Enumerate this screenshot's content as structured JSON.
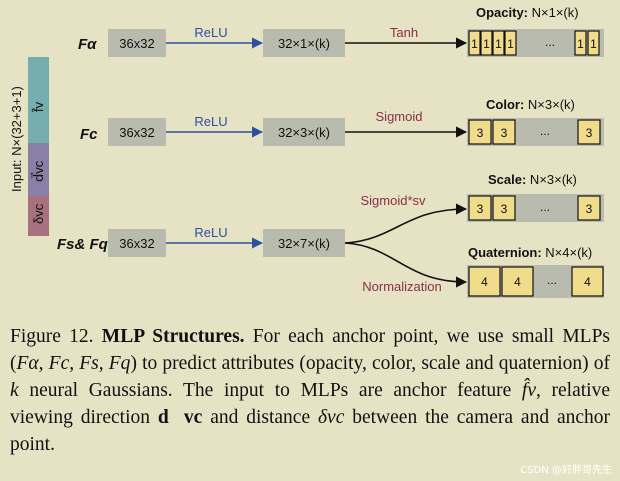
{
  "input_bar": {
    "label": "Input: N×(32+3+1)",
    "segments": [
      "f̂v",
      "d⃗vc",
      "δvc"
    ],
    "colors": [
      "#76aeb0",
      "#8a7fa6",
      "#a8717f"
    ]
  },
  "rows": [
    {
      "label": "Fα",
      "first_box": "36x32",
      "activation_in": "ReLU",
      "second_box": "32×1×(k)"
    },
    {
      "label": "Fc",
      "first_box": "36x32",
      "activation_in": "ReLU",
      "second_box": "32×3×(k)"
    },
    {
      "label": "Fs& Fq",
      "first_box": "36x32",
      "activation_in": "ReLU",
      "second_box": "32×7×(k)"
    }
  ],
  "outputs": [
    {
      "title_bold": "Opacity:",
      "title_rest": " N×1×(k)",
      "activation": "Tanh",
      "cells_left": [
        "1",
        "1",
        "1",
        "1"
      ],
      "ellipsis": "...",
      "cells_right": [
        "1",
        "1"
      ]
    },
    {
      "title_bold": "Color:",
      "title_rest": " N×3×(k)",
      "activation": "Sigmoid",
      "cells_left": [
        "3",
        "3"
      ],
      "ellipsis": "...",
      "cells_right": [
        "3"
      ]
    },
    {
      "title_bold": "Scale:",
      "title_rest": " N×3×(k)",
      "activation": "Sigmoid*sv",
      "cells_left": [
        "3",
        "3"
      ],
      "ellipsis": "...",
      "cells_right": [
        "3"
      ]
    },
    {
      "title_bold": "Quaternion:",
      "title_rest": " N×4×(k)",
      "activation": "Normalization",
      "cells_left": [
        "4",
        "4"
      ],
      "ellipsis": "...",
      "cells_right": [
        "4"
      ]
    }
  ],
  "caption": {
    "figure": "Figure 12.",
    "title": "MLP Structures.",
    "text1": "For each anchor point, we use small MLPs (",
    "mlps": "Fα, Fc, Fs, Fq",
    "text2": ") to predict attributes (opacity, color, scale and quaternion) of",
    "k": "k",
    "text3": "neural Gaussians. The input to MLPs are anchor feature",
    "fv": "f̂v",
    "text4": ", relative viewing direction",
    "dvc": "d⃗vc",
    "text5": "and distance",
    "delta": "δvc",
    "text6": "between the camera and anchor point."
  },
  "watermark": "CSDN @好胖哥先生",
  "colors": {
    "background": "#e6e3c5",
    "box_fill": "#b9bbaf",
    "blue_arrow": "#2c4fa0",
    "red_arrow": "#8a2f45",
    "output_fill": "#f0dc8a"
  }
}
